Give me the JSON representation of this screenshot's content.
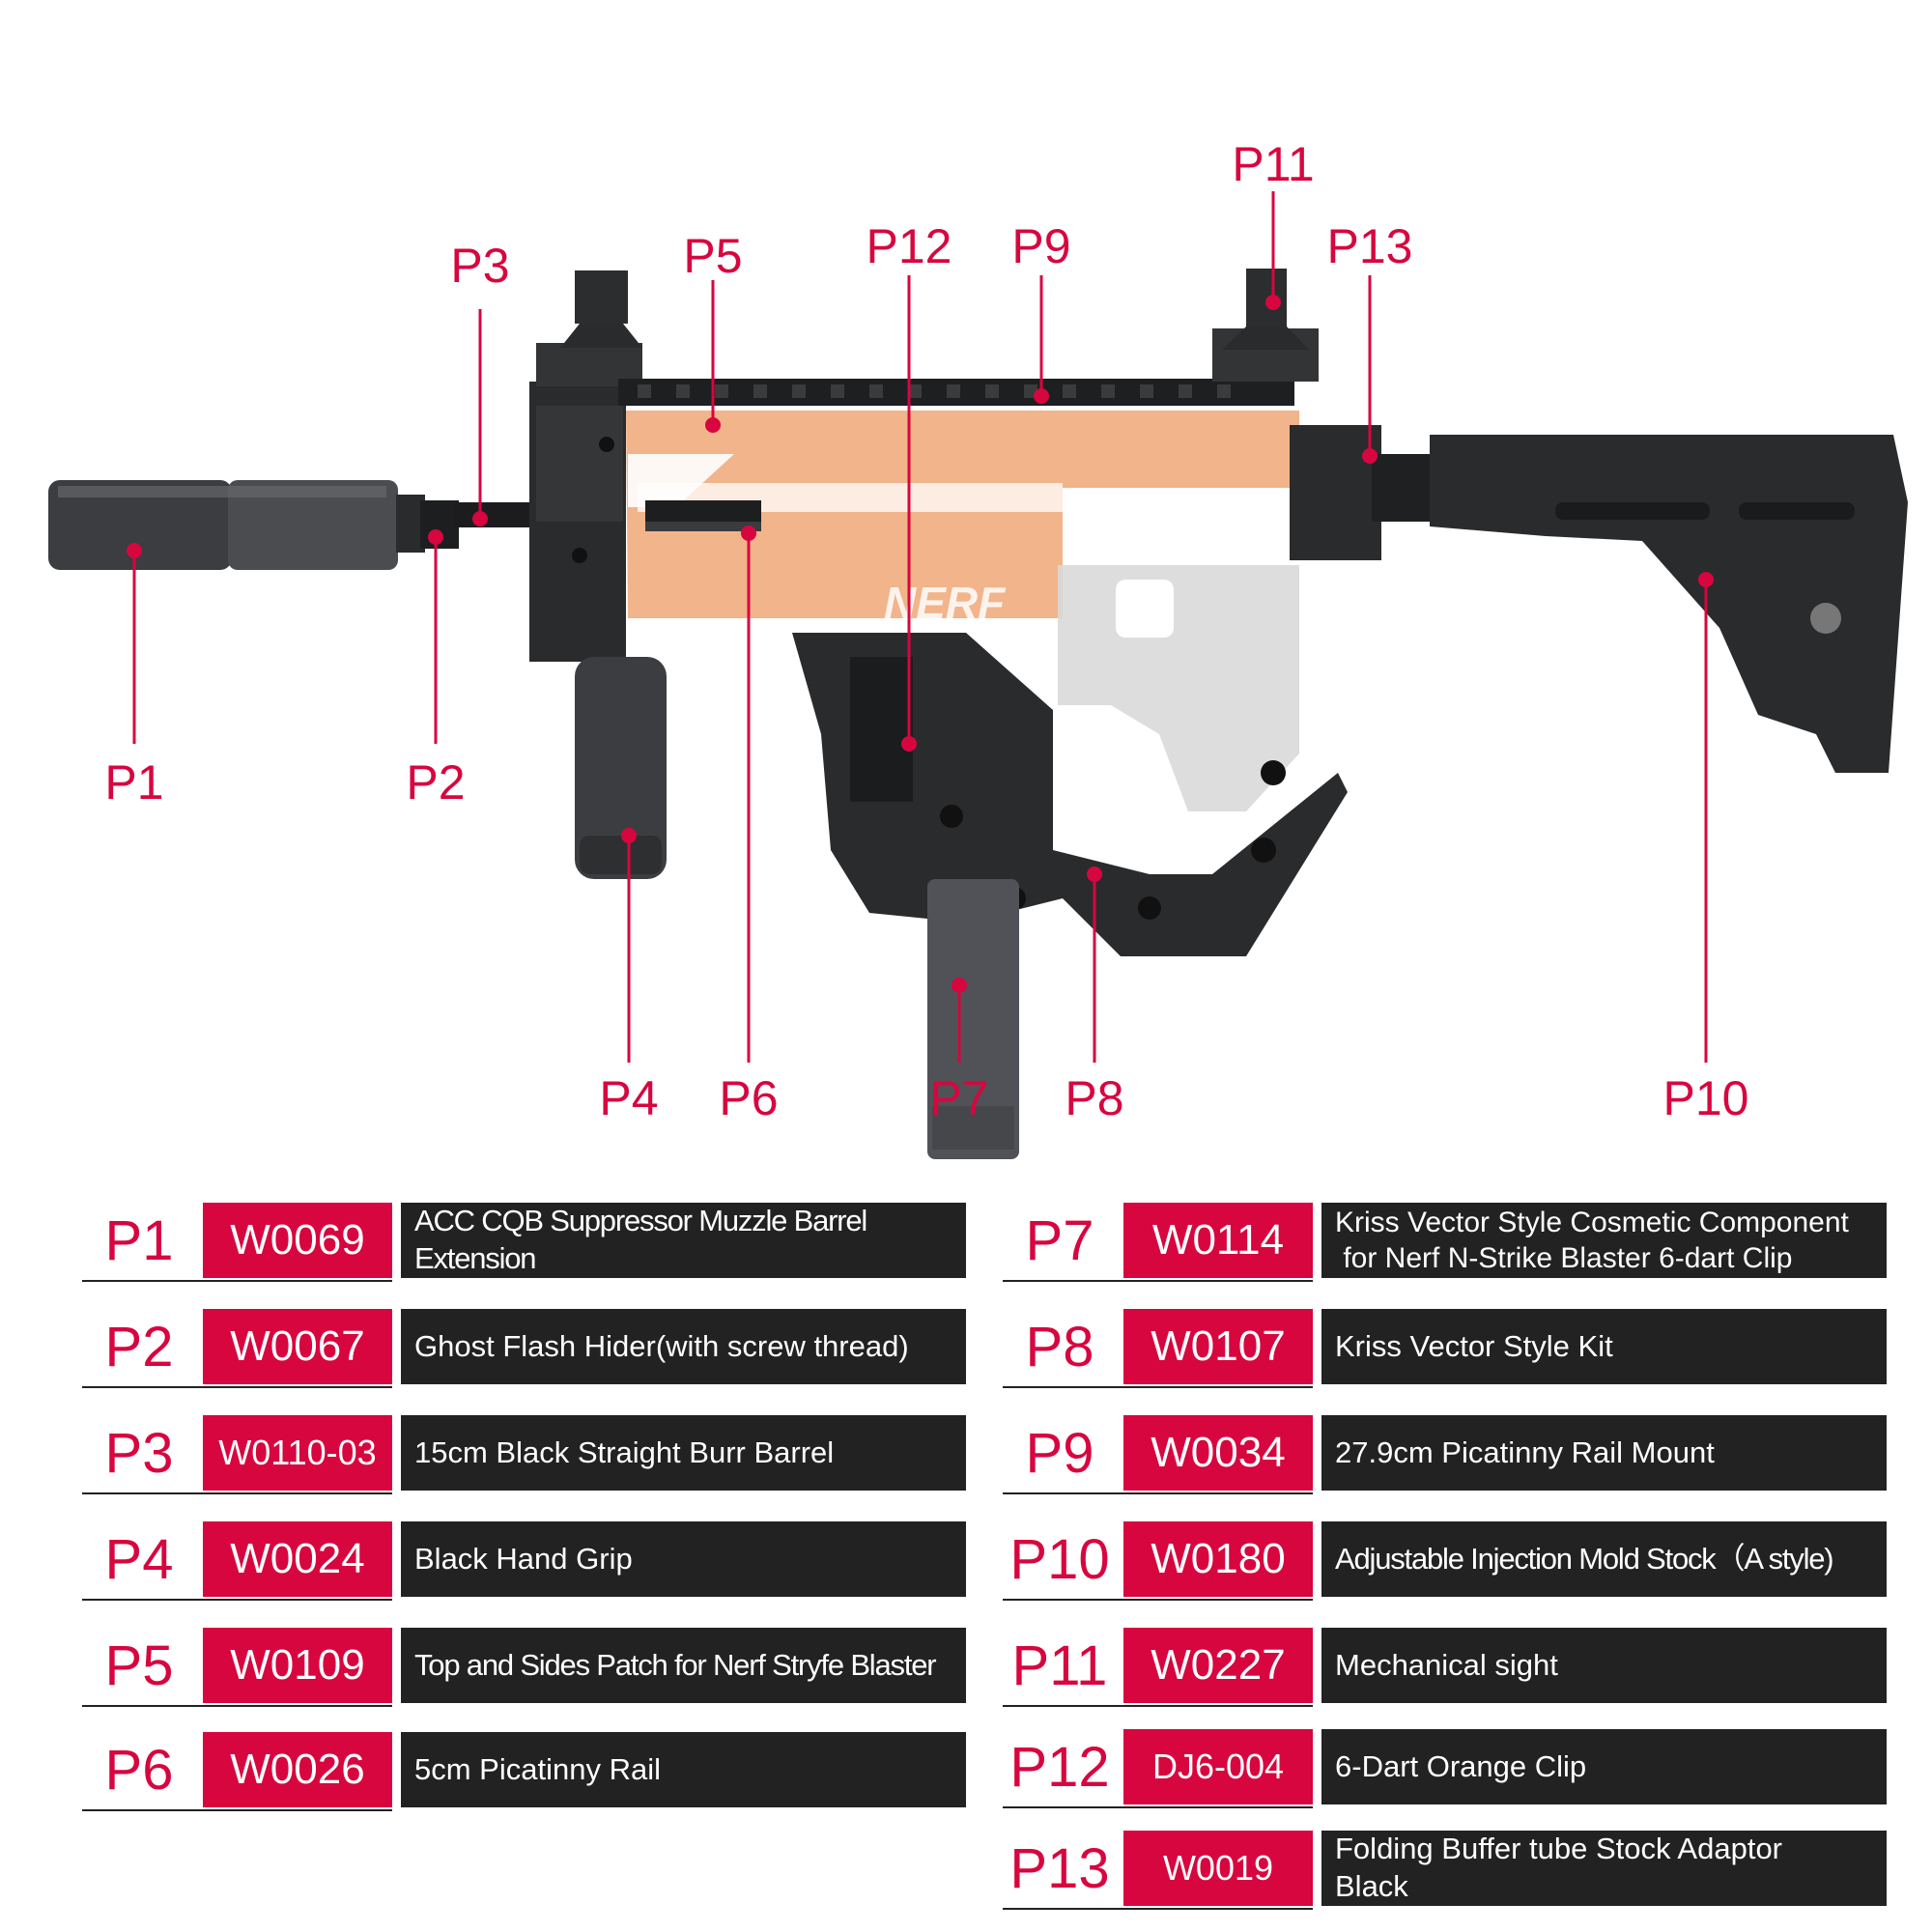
{
  "callouts": [
    "P1",
    "P2",
    "P3",
    "P4",
    "P5",
    "P6",
    "P7",
    "P8",
    "P9",
    "P10",
    "P11",
    "P12",
    "P13"
  ],
  "colors": {
    "accent": "#d7063f",
    "dark_bar": "#222222",
    "nerf_orange": "#f2b48a"
  },
  "brand_mark": "NERF",
  "parts_left": [
    {
      "num": "P1",
      "code": "W0069",
      "desc": "ACC CQB Suppressor Muzzle Barrel Extension"
    },
    {
      "num": "P2",
      "code": "W0067",
      "desc": "Ghost Flash Hider(with screw thread)"
    },
    {
      "num": "P3",
      "code": "W0110-03",
      "desc": "15cm Black Straight Burr Barrel"
    },
    {
      "num": "P4",
      "code": "W0024",
      "desc": "Black Hand Grip"
    },
    {
      "num": "P5",
      "code": "W0109",
      "desc": "Top and Sides Patch for Nerf Stryfe Blaster"
    },
    {
      "num": "P6",
      "code": "W0026",
      "desc": "5cm Picatinny Rail"
    }
  ],
  "parts_right": [
    {
      "num": "P7",
      "code": "W0114",
      "desc_line1": "Kriss Vector Style Cosmetic Component",
      "desc_line2": " for Nerf N-Strike Blaster 6-dart Clip"
    },
    {
      "num": "P8",
      "code": "W0107",
      "desc": "Kriss Vector Style Kit"
    },
    {
      "num": "P9",
      "code": "W0034",
      "desc": "27.9cm Picatinny Rail Mount"
    },
    {
      "num": "P10",
      "code": "W0180",
      "desc": "Adjustable Injection Mold Stock（A style)"
    },
    {
      "num": "P11",
      "code": "W0227",
      "desc": "Mechanical sight"
    },
    {
      "num": "P12",
      "code": "DJ6-004",
      "desc": "6-Dart Orange Clip"
    },
    {
      "num": "P13",
      "code": "W0019",
      "desc_line1": "Folding Buffer tube Stock Adaptor",
      "desc_line2": "Black"
    }
  ]
}
